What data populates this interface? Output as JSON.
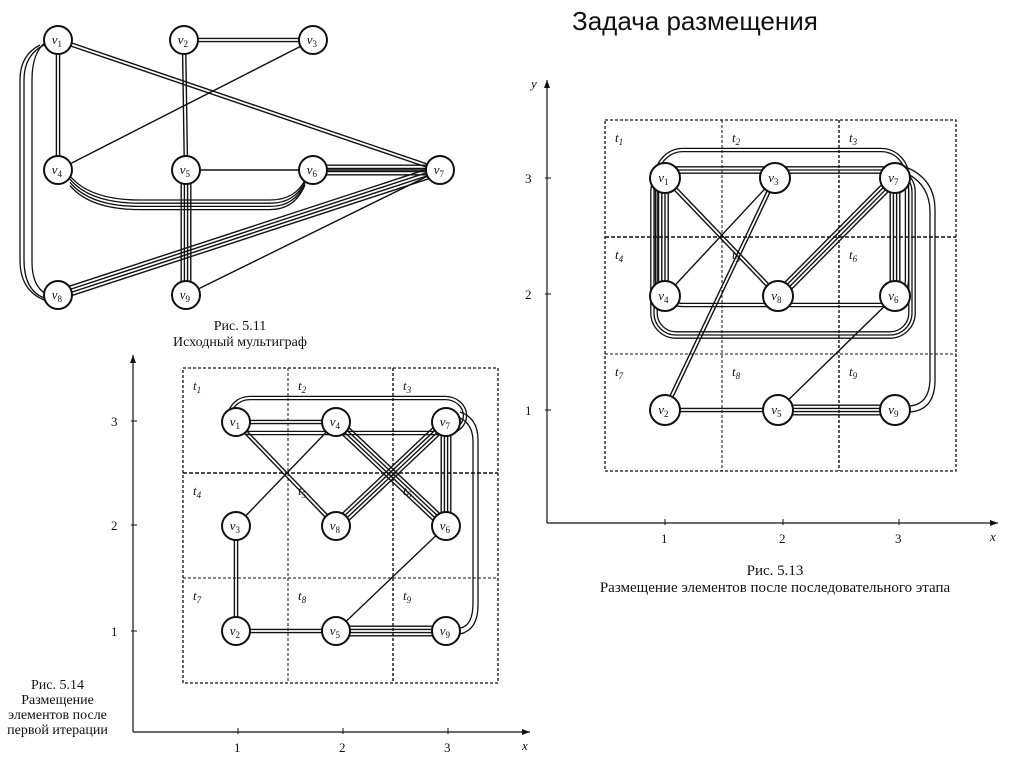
{
  "title": "Задача размещения",
  "captions": {
    "fig11": {
      "label": "Рис. 5.11",
      "text": "Исходный мультиграф"
    },
    "fig13": {
      "label": "Рис. 5.13",
      "text": "Размещение элементов после последовательного этапа"
    },
    "fig14": {
      "label": "Рис. 5.14",
      "text": "Размещение элементов после первой итерации"
    }
  },
  "grid_cells": [
    "t1",
    "t2",
    "t3",
    "t4",
    "t5",
    "t6",
    "t7",
    "t8",
    "t9"
  ],
  "axes": {
    "x": "x",
    "y": "y",
    "ticks": [
      "1",
      "2",
      "3"
    ]
  },
  "multigraph": {
    "nodes": [
      "v1",
      "v2",
      "v3",
      "v4",
      "v5",
      "v6",
      "v7",
      "v8",
      "v9"
    ],
    "edges": [
      {
        "a": "v1",
        "b": "v4",
        "mult": 2
      },
      {
        "a": "v1",
        "b": "v7",
        "mult": 2
      },
      {
        "a": "v1",
        "b": "v8",
        "mult": 2
      },
      {
        "a": "v2",
        "b": "v3",
        "mult": 2
      },
      {
        "a": "v2",
        "b": "v5",
        "mult": 2
      },
      {
        "a": "v3",
        "b": "v4",
        "mult": 1
      },
      {
        "a": "v4",
        "b": "v6",
        "mult": 4
      },
      {
        "a": "v5",
        "b": "v7",
        "mult": 1
      },
      {
        "a": "v5",
        "b": "v9",
        "mult": 4
      },
      {
        "a": "v6",
        "b": "v7",
        "mult": 4
      },
      {
        "a": "v8",
        "b": "v7",
        "mult": 4
      },
      {
        "a": "v9",
        "b": "v7",
        "mult": 1
      }
    ]
  },
  "placement_fig13": {
    "cells": {
      "v1": "t1",
      "v3": "t2",
      "v7": "t3",
      "v4": "t4",
      "v8": "t5",
      "v6": "t6",
      "v2": "t7",
      "v5": "t8",
      "v9": "t9"
    }
  },
  "placement_fig14": {
    "cells": {
      "v1": "t1",
      "v4": "t2",
      "v7": "t3",
      "v3": "t4",
      "v8": "t5",
      "v6": "t6",
      "v2": "t7",
      "v5": "t8",
      "v9": "t9"
    }
  }
}
